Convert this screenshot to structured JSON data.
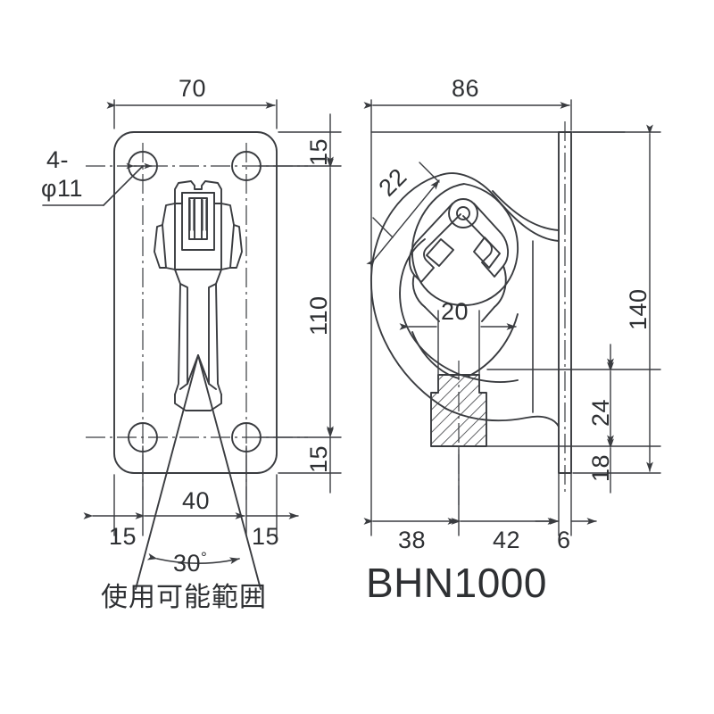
{
  "drawing": {
    "model": "BHN1000",
    "note_jp": "使用可能範囲",
    "line_color": "#3a3c40",
    "background": "#ffffff"
  },
  "front_view": {
    "name": "front-view",
    "dimensions": {
      "plate_width": "70",
      "hole_callout_count": "4-",
      "hole_callout_dia": "φ11",
      "top_margin": "15",
      "hole_span_vertical": "110",
      "bottom_margin": "15",
      "left_edge": "15",
      "hole_span_horizontal": "40",
      "right_edge": "15",
      "swing_angle": "30",
      "degree_symbol": "°"
    }
  },
  "side_view": {
    "name": "side-view",
    "dimensions": {
      "overall_depth": "86",
      "gate_opening": "22",
      "throat_width": "20",
      "plate_height": "140",
      "lower_offset": "24",
      "bottom_offset": "18",
      "hook_depth": "38",
      "body_depth": "42",
      "plate_thickness": "6"
    }
  }
}
